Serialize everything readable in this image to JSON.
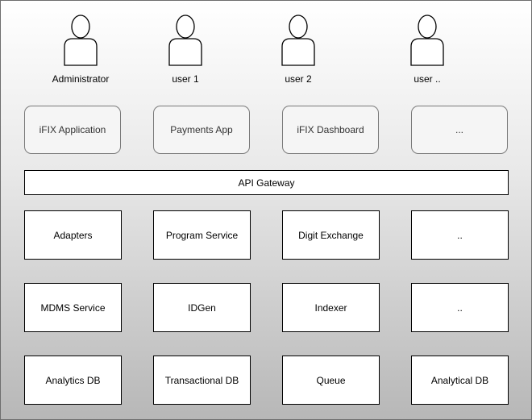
{
  "actors": [
    {
      "label": "Administrator"
    },
    {
      "label": "user 1"
    },
    {
      "label": "user 2"
    },
    {
      "label": "user .."
    }
  ],
  "apps": [
    {
      "label": "iFIX Application"
    },
    {
      "label": "Payments App"
    },
    {
      "label": "iFIX Dashboard"
    },
    {
      "label": "..."
    }
  ],
  "gateway": {
    "label": "API Gateway"
  },
  "services": [
    {
      "label": "Adapters"
    },
    {
      "label": "Program Service"
    },
    {
      "label": "Digit Exchange"
    },
    {
      "label": ".."
    }
  ],
  "services2": [
    {
      "label": "MDMS Service"
    },
    {
      "label": "IDGen"
    },
    {
      "label": "Indexer"
    },
    {
      "label": ".."
    }
  ],
  "stores": [
    {
      "label": "Analytics DB"
    },
    {
      "label": "Transactional DB"
    },
    {
      "label": "Queue"
    },
    {
      "label": "Analytical DB"
    }
  ]
}
